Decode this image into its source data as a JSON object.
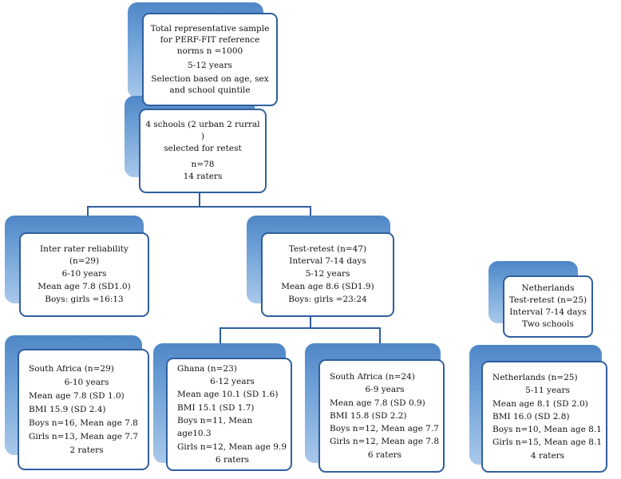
{
  "nodes": {
    "top": [
      "Total representative sample",
      "for PERF-FIT reference",
      "norms n =1000",
      "5-12 years",
      "Selection based on age, sex",
      "and school quintile"
    ],
    "schools": [
      "4 schools (2 urban 2 rurral )",
      "selected for retest",
      "n=78",
      "14 raters"
    ],
    "inter": [
      "Inter rater reliability",
      "(n=29)",
      "6-10 years",
      "Mean age 7.8 (SD1.0)",
      "Boys: girls =16:13"
    ],
    "testretest": [
      "Test-retest (n=47)",
      "Interval 7-14 days",
      "5-12  years",
      "Mean age 8.6 (SD1.9)",
      "Boys: girls =23:24"
    ],
    "nl_top": [
      "Netherlands",
      "Test-retest (n=25)",
      "Interval 7-14 days",
      "Two schools"
    ],
    "sa1": [
      "South Africa (n=29)",
      "6-10 years",
      "Mean age 7.8 (SD 1.0)",
      "BMI 15.9 (SD 2.4)",
      "Boys n=16, Mean age 7.8",
      "Girls n=13, Mean age 7.7",
      "2 raters"
    ],
    "ghana": [
      "Ghana (n=23)",
      "6-12 years",
      "Mean age 10.1 (SD 1.6)",
      "BMI 15.1 (SD 1.7)",
      "Boys n=11, Mean age10.3",
      "Girls n=12, Mean age 9.9",
      "6 raters"
    ],
    "sa2": [
      "South Africa (n=24)",
      "6-9 years",
      "Mean age 7.8 (SD 0.9)",
      "BMI 15.8 (SD 2.2)",
      "Boys n=12, Mean age 7.7",
      "Girls n=12, Mean age 7.8",
      "6 raters"
    ],
    "nl_bottom": [
      "Netherlands (n=25)",
      "5-11 years",
      "Mean age 8.1 (SD 2.0)",
      "BMI 16.0 (SD 2.8)",
      "Boys n=10, Mean age 8.1",
      "Girls n=15, Mean age 8.1",
      "4 raters"
    ]
  },
  "colors": {
    "border": "#2f5f9e",
    "shadow_top": "#4f86c6",
    "shadow_bottom": "#a9c8ea",
    "line": "#2f5f9e"
  }
}
